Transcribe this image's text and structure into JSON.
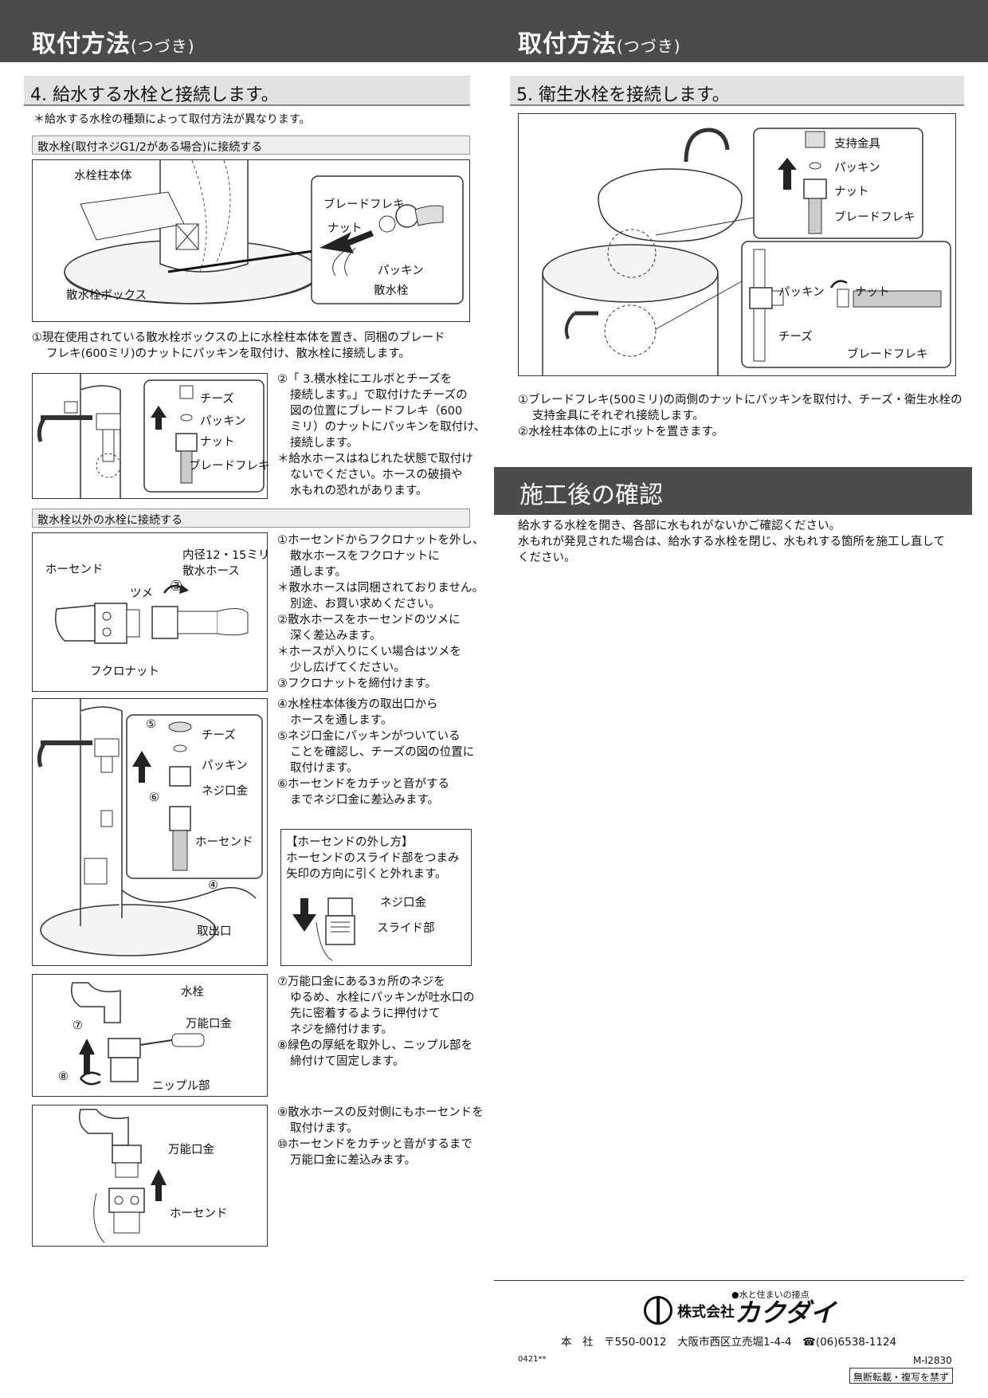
{
  "header": {
    "left_title": "取付方法",
    "left_title_small": "(つづき)",
    "right_title": "取付方法",
    "right_title_small": "(つづき)"
  },
  "section4": {
    "heading": "4. 給水する水栓と接続します。",
    "note": "＊給水する水栓の種類によって取付方法が異なります。",
    "sub1": "散水栓(取付ネジG1/2がある場合)に接続する",
    "fig1_labels": {
      "body": "水栓柱本体",
      "box": "散水栓ボックス",
      "flex": "ブレードフレキ",
      "nut": "ナット",
      "packing": "パッキン",
      "faucet": "散水栓"
    },
    "step1": [
      "①現在使用されている散水栓ボックスの上に水栓柱本体を置き、同梱のブレード",
      "フレキ(600ミリ)のナットにパッキンを取付け、散水栓に接続します。"
    ],
    "fig2_labels": {
      "tee": "チーズ",
      "packing": "パッキン",
      "nut": "ナット",
      "flex": "ブレードフレキ"
    },
    "step2": [
      "②「 3.横水栓にエルボとチーズを",
      "接続します。」で取付けたチーズの",
      "図の位置にブレードフレキ（600",
      "ミリ）のナットにパッキンを取付け、",
      "接続します。",
      "＊給水ホースはねじれた状態で取付け",
      "ないでください。ホースの破損や",
      "水もれの恐れがあります。"
    ],
    "sub2": "散水栓以外の水栓に接続する",
    "fig3_labels": {
      "hose_end": "ホーセンド",
      "claw": "ツメ",
      "inner": "内径12・15ミリ",
      "hose": "散水ホース",
      "num3": "③",
      "nut": "フクロナット"
    },
    "steps_a": [
      "①ホーセンドからフクロナットを外し、",
      "散水ホースをフクロナットに",
      "通します。",
      "＊散水ホースは同梱されておりません。",
      "別途、お買い求めください。",
      "②散水ホースをホーセンドのツメに",
      "深く差込みます。",
      "＊ホースが入りにくい場合はツメを",
      "少し広げてください。",
      "③フクロナットを締付けます。"
    ],
    "fig4_labels": {
      "n5": "⑤",
      "tee": "チーズ",
      "packing": "パッキン",
      "nipple": "ネジ口金",
      "n6": "⑥",
      "hose_end": "ホーセンド",
      "n4": "④",
      "outlet": "取出口"
    },
    "steps_b": [
      "④水栓柱本体後方の取出口から",
      "ホースを通します。",
      "⑤ネジ口金にパッキンがついている",
      "ことを確認し、チーズの図の位置に",
      "取付けます。",
      "⑥ホーセンドをカチッと音がする",
      "までネジ口金に差込みます。"
    ],
    "tip": {
      "title": "【ホーセンドの外し方】",
      "line1": "ホーセンドのスライド部をつまみ",
      "line2": "矢印の方向に引くと外れます。",
      "nipple": "ネジ口金",
      "slide": "スライド部"
    },
    "fig5_labels": {
      "faucet": "水栓",
      "universal": "万能口金",
      "n7": "⑦",
      "n8": "⑧",
      "nipple": "ニップル部"
    },
    "steps_c": [
      "⑦万能口金にある3ヵ所のネジを",
      "ゆるめ、水栓にパッキンが吐水口の",
      "先に密着するように押付けて",
      "ネジを締付けます。",
      "⑧緑色の厚紙を取外し、ニップル部を",
      "締付けて固定します。"
    ],
    "fig6_labels": {
      "universal": "万能口金",
      "hose_end": "ホーセンド"
    },
    "steps_d": [
      "⑨散水ホースの反対側にもホーセンドを",
      "取付けます。",
      "⑩ホーセンドをカチッと音がするまで",
      "万能口金に差込みます。"
    ]
  },
  "section5": {
    "heading": "5. 衛生水栓を接続します。",
    "fig_labels": {
      "bracket": "支持金具",
      "packing1": "パッキン",
      "nut1": "ナット",
      "flex1": "ブレードフレキ",
      "packing2": "パッキン",
      "nut2": "ナット",
      "tee": "チーズ",
      "flex2": "ブレードフレキ"
    },
    "steps": [
      "①ブレードフレキ(500ミリ)の両側のナットにパッキンを取付け、チーズ・衛生水栓の",
      "支持金具にそれぞれ接続します。",
      "②水栓柱本体の上にポットを置きます。"
    ]
  },
  "after": {
    "heading": "施工後の確認",
    "lines": [
      "給水する水栓を開き、各部に水もれがないかご確認ください。",
      "水もれが発見された場合は、給水する水栓を閉じ、水もれする箇所を施工し直して",
      "ください。"
    ]
  },
  "footer": {
    "tagline": "●水と住まいの接点",
    "company_prefix": "株式会社",
    "company": "カクダイ",
    "address_line": "本　社　〒550-0012　大阪市西区立売堀1-4-4　☎(06)6538-1124",
    "code_left": "0421**",
    "code_right": "M-I2830",
    "notice": "無断転載・複写を禁ず"
  }
}
